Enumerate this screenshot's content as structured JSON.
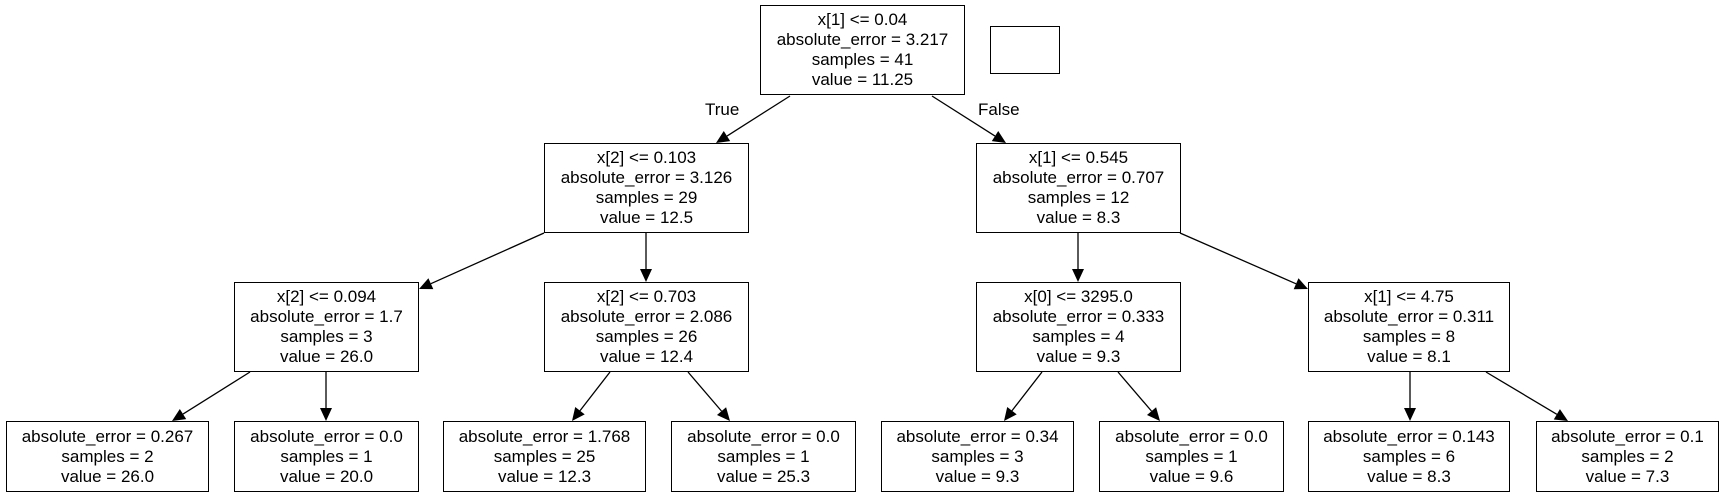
{
  "tree": {
    "nodes": [
      {
        "id": "n0",
        "lines": [
          "x[1] <= 0.04",
          "absolute_error = 3.217",
          "samples = 41",
          "value = 11.25"
        ]
      },
      {
        "id": "n1",
        "lines": [
          "x[2] <= 0.103",
          "absolute_error = 3.126",
          "samples = 29",
          "value = 12.5"
        ]
      },
      {
        "id": "n2",
        "lines": [
          "x[1] <= 0.545",
          "absolute_error = 0.707",
          "samples = 12",
          "value = 8.3"
        ]
      },
      {
        "id": "n3",
        "lines": [
          "x[2] <= 0.094",
          "absolute_error = 1.7",
          "samples = 3",
          "value = 26.0"
        ]
      },
      {
        "id": "n4",
        "lines": [
          "x[2] <= 0.703",
          "absolute_error = 2.086",
          "samples = 26",
          "value = 12.4"
        ]
      },
      {
        "id": "n5",
        "lines": [
          "x[0] <= 3295.0",
          "absolute_error = 0.333",
          "samples = 4",
          "value = 9.3"
        ]
      },
      {
        "id": "n6",
        "lines": [
          "x[1] <= 4.75",
          "absolute_error = 0.311",
          "samples = 8",
          "value = 8.1"
        ]
      },
      {
        "id": "n7",
        "lines": [
          "absolute_error = 0.267",
          "samples = 2",
          "value = 26.0"
        ]
      },
      {
        "id": "n8",
        "lines": [
          "absolute_error = 0.0",
          "samples = 1",
          "value = 20.0"
        ]
      },
      {
        "id": "n9",
        "lines": [
          "absolute_error = 1.768",
          "samples = 25",
          "value = 12.3"
        ]
      },
      {
        "id": "n10",
        "lines": [
          "absolute_error = 0.0",
          "samples = 1",
          "value = 25.3"
        ]
      },
      {
        "id": "n11",
        "lines": [
          "absolute_error = 0.34",
          "samples = 3",
          "value = 9.3"
        ]
      },
      {
        "id": "n12",
        "lines": [
          "absolute_error = 0.0",
          "samples = 1",
          "value = 9.6"
        ]
      },
      {
        "id": "n13",
        "lines": [
          "absolute_error = 0.143",
          "samples = 6",
          "value = 8.3"
        ]
      },
      {
        "id": "n14",
        "lines": [
          "absolute_error = 0.1",
          "samples = 2",
          "value = 7.3"
        ]
      }
    ],
    "edges": [
      {
        "from": "n0",
        "to": "n1"
      },
      {
        "from": "n0",
        "to": "n2"
      },
      {
        "from": "n1",
        "to": "n3"
      },
      {
        "from": "n1",
        "to": "n4"
      },
      {
        "from": "n2",
        "to": "n5"
      },
      {
        "from": "n2",
        "to": "n6"
      },
      {
        "from": "n3",
        "to": "n7"
      },
      {
        "from": "n3",
        "to": "n8"
      },
      {
        "from": "n4",
        "to": "n9"
      },
      {
        "from": "n4",
        "to": "n10"
      },
      {
        "from": "n5",
        "to": "n11"
      },
      {
        "from": "n5",
        "to": "n12"
      },
      {
        "from": "n6",
        "to": "n13"
      },
      {
        "from": "n6",
        "to": "n14"
      }
    ],
    "edge_labels": {
      "true_label": "True",
      "false_label": "False"
    }
  }
}
